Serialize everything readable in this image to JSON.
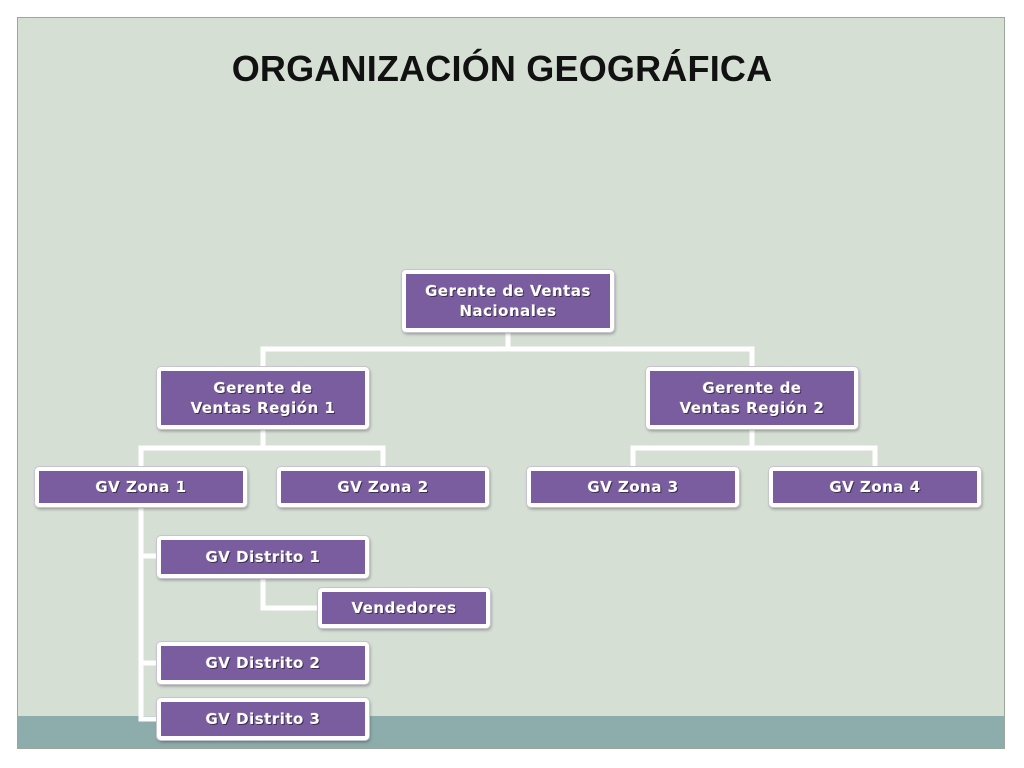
{
  "title": "ORGANIZACIÓN GEOGRÁFICA",
  "colors": {
    "box_fill": "#7a5d9e",
    "connector": "#ffffff",
    "background": "#d5dfd4",
    "footer": "#8cadab"
  },
  "nodes": {
    "national": "Gerente de Ventas\nNacionales",
    "region1": "Gerente de\nVentas Región 1",
    "region2": "Gerente de\nVentas Región 2",
    "zone1": "GV Zona 1",
    "zone2": "GV Zona 2",
    "zone3": "GV Zona 3",
    "zone4": "GV Zona 4",
    "district1": "GV Distrito 1",
    "sellers": "Vendedores",
    "district2": "GV Distrito 2",
    "district3": "GV Distrito 3"
  }
}
